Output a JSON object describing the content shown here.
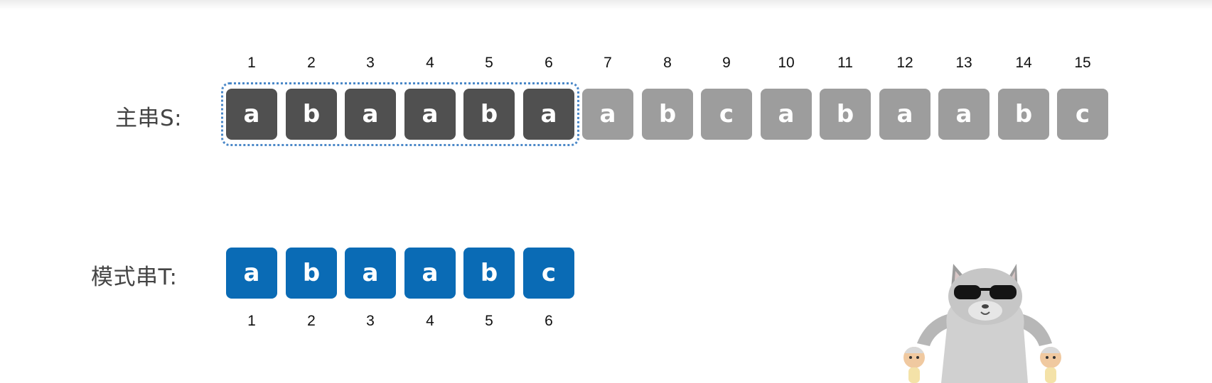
{
  "main_string": {
    "label": "主串S:",
    "chars": [
      "a",
      "b",
      "a",
      "a",
      "b",
      "a",
      "a",
      "b",
      "c",
      "a",
      "b",
      "a",
      "a",
      "b",
      "c"
    ],
    "indices": [
      "1",
      "2",
      "3",
      "4",
      "5",
      "6",
      "7",
      "8",
      "9",
      "10",
      "11",
      "12",
      "13",
      "14",
      "15"
    ],
    "highlighted_count": 6
  },
  "pattern_string": {
    "label": "模式串T:",
    "chars": [
      "a",
      "b",
      "a",
      "a",
      "b",
      "c"
    ],
    "indices": [
      "1",
      "2",
      "3",
      "4",
      "5",
      "6"
    ]
  },
  "colors": {
    "matched_cell": "#505050",
    "unmatched_cell": "#9d9d9d",
    "pattern_cell": "#0a6bb5",
    "highlight_border": "#4b88c8"
  },
  "icons": {
    "cat": "cat-with-sunglasses-icon"
  }
}
